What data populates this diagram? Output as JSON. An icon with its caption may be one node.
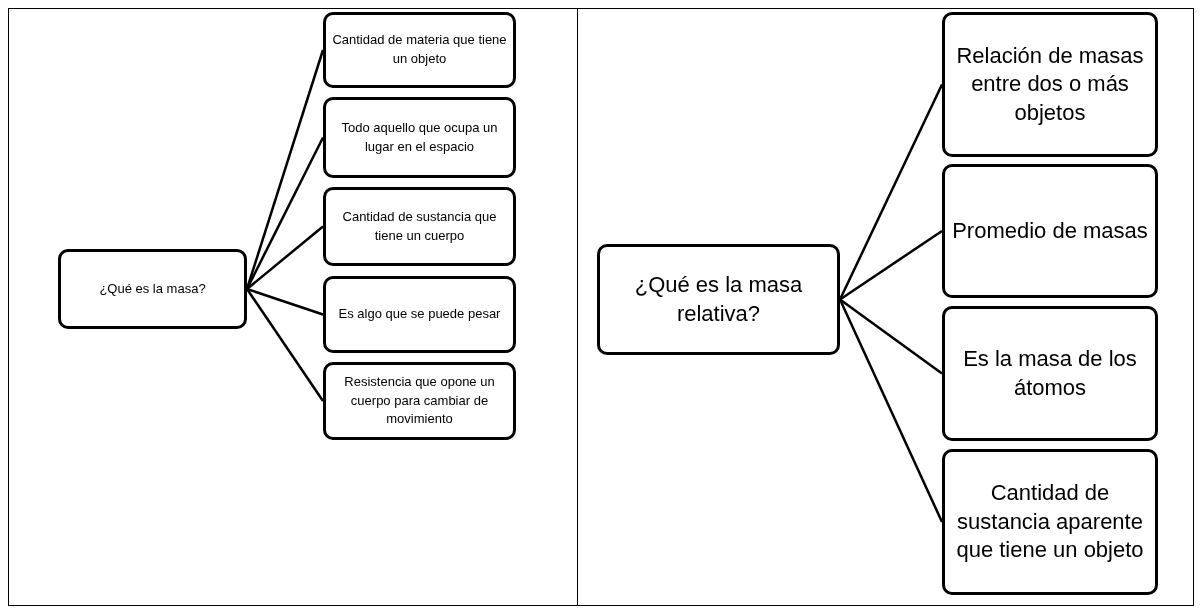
{
  "diagram": {
    "nodes": [
      {
        "text": [
          "¿Qué es la masa?"
        ]
      },
      {
        "text": [
          "Cantidad de materia que tiene un objeto"
        ]
      },
      {
        "text": [
          "Todo aquello que ocupa un lugar en el espacio"
        ]
      },
      {
        "text": [
          "Cantidad de sustancia que tiene un cuerpo"
        ]
      },
      {
        "text": [
          "Es algo que se puede pesar"
        ]
      },
      {
        "text": [
          "Resistencia que opone un cuerpo para cambiar de movimiento"
        ]
      },
      {
        "text": [
          "¿Qué es la masa relativa?"
        ]
      },
      {
        "text": [
          "Relación de masas entre dos o más objetos"
        ]
      },
      {
        "text": [
          "Promedio de masas"
        ]
      },
      {
        "text": [
          "Es la masa de los átomos"
        ]
      },
      {
        "text": [
          "Cantidad de sustancia aparente que tiene un objeto"
        ]
      }
    ],
    "edges": [
      {
        "from": 0,
        "to": 1,
        "arrow": "none"
      },
      {
        "from": 0,
        "to": 2,
        "arrow": "none"
      },
      {
        "from": 0,
        "to": 3,
        "arrow": "none"
      },
      {
        "from": 0,
        "to": 4,
        "arrow": "none"
      },
      {
        "from": 0,
        "to": 5,
        "arrow": "none"
      },
      {
        "from": 6,
        "to": 7,
        "arrow": "none"
      },
      {
        "from": 6,
        "to": 8,
        "arrow": "none"
      },
      {
        "from": 6,
        "to": 9,
        "arrow": "none"
      },
      {
        "from": 6,
        "to": 10,
        "arrow": "none"
      }
    ]
  }
}
